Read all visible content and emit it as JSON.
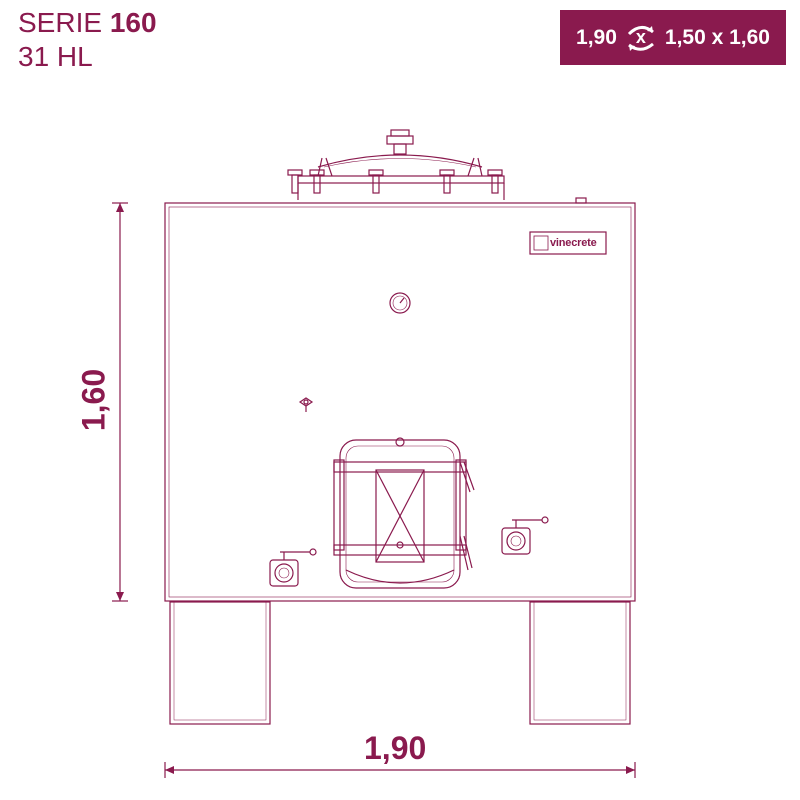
{
  "header": {
    "series_prefix": "SERIE",
    "series_number": "160",
    "capacity": "31 HL"
  },
  "badge": {
    "dim_a": "1,90",
    "swap_symbol": "x",
    "dim_rest": "1,50 x 1,60"
  },
  "dimensions": {
    "width_label": "1,90",
    "height_label": "1,60"
  },
  "brand": {
    "logo_text": "vinecrete"
  },
  "colors": {
    "accent": "#8a1a4e",
    "line": "#8a1a4e"
  }
}
